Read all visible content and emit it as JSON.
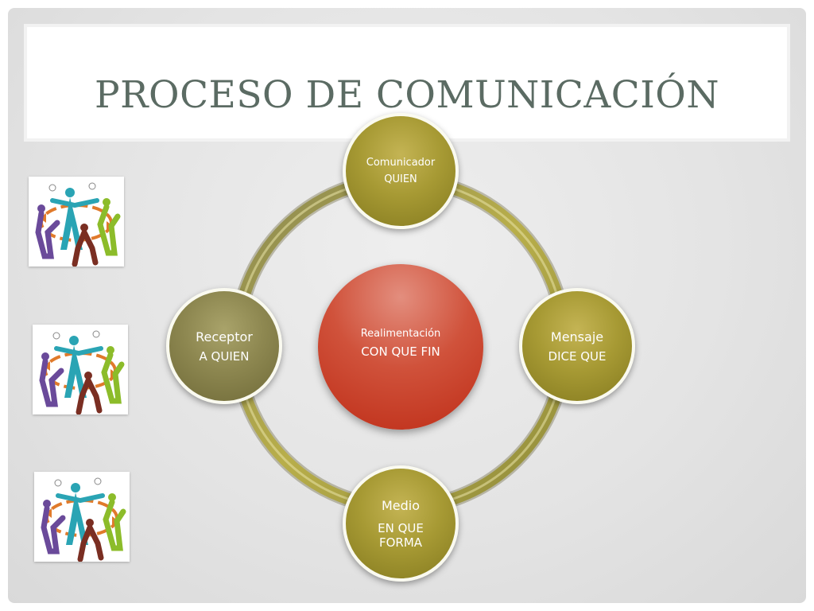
{
  "slide": {
    "title": "PROCESO DE COMUNICACIÓN"
  },
  "cycle": {
    "top": {
      "line1": "Comunicador",
      "line2": "QUIEN"
    },
    "right": {
      "line1": "Mensaje",
      "line2": "DICE QUE"
    },
    "bottom": {
      "line1": "Medio",
      "line2": "EN QUE FORMA"
    },
    "left": {
      "line1": "Receptor",
      "line2": "A QUIEN"
    },
    "center": {
      "line1": "Realimentación",
      "line2": "CON QUE FIN"
    }
  },
  "colors": {
    "title": "#5b6b63",
    "ring": "#a8a04a",
    "node_olive": "#a79a34",
    "node_khaki": "#8d8750",
    "center": "#d0523b"
  },
  "images": [
    {
      "name": "people-communication-clipart"
    },
    {
      "name": "people-communication-clipart"
    },
    {
      "name": "people-communication-clipart"
    }
  ]
}
